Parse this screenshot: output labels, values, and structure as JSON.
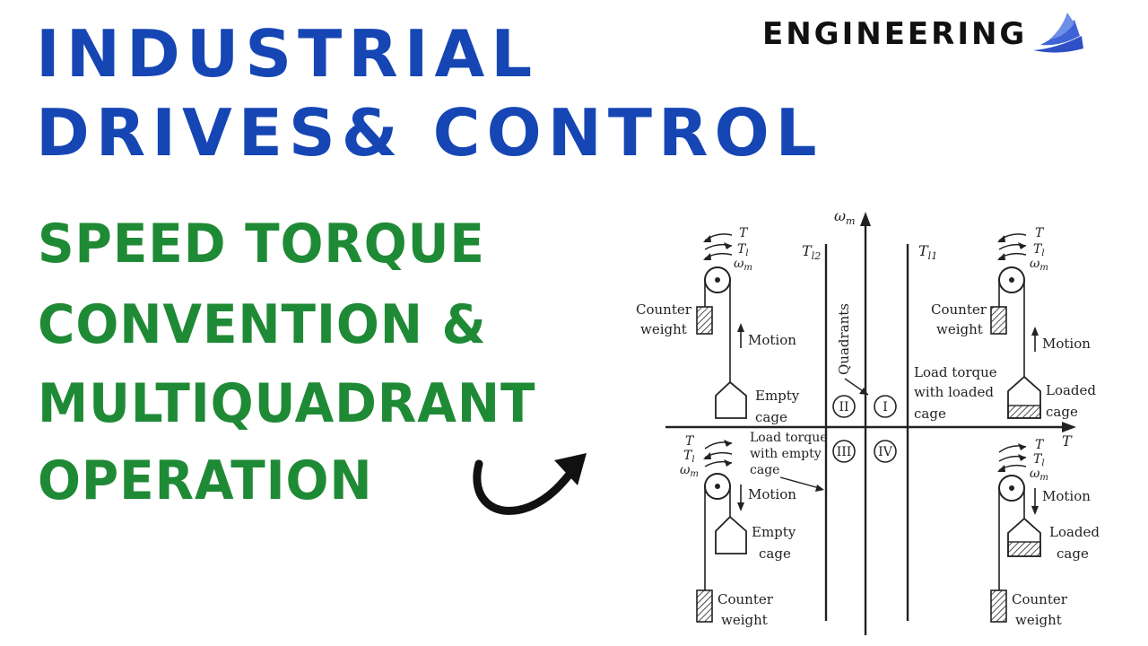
{
  "title": {
    "line1": "INDUSTRIAL",
    "line2": "DRIVES& CONTROL"
  },
  "subtitle": {
    "line1": "SPEED TORQUE",
    "line2": "CONVENTION &",
    "line3": "MULTIQUADRANT",
    "line4": "OPERATION"
  },
  "brand": {
    "name": "ENGINEERING",
    "logo_icon": "layered-wings-icon",
    "logo_color": "#3f63d6"
  },
  "colors": {
    "title": "#1546b4",
    "subtitle": "#1f8a35",
    "ink": "#222222"
  },
  "diagram": {
    "axis_vertical": "ω",
    "axis_vertical_sub": "m",
    "axis_horizontal": "T",
    "tl2": "T",
    "tl2_sub": "l2",
    "tl1": "T",
    "tl1_sub": "l1",
    "quadrants_label": "Quadrants",
    "quadrant_labels": [
      "I",
      "II",
      "III",
      "IV"
    ],
    "load_torque_loaded": [
      "Load torque",
      "with loaded",
      "cage"
    ],
    "load_torque_empty": [
      "Load torque",
      "with empty",
      "cage"
    ],
    "symbol_t": "T",
    "symbol_tl": "T",
    "symbol_tl_sub": "l",
    "symbol_w": "ω",
    "symbol_w_sub": "m",
    "panel_q2": {
      "counterweight": [
        "Counter",
        "weight"
      ],
      "motion": "Motion",
      "cage": [
        "Empty",
        "cage"
      ]
    },
    "panel_q1": {
      "counterweight": [
        "Counter",
        "weight"
      ],
      "motion": "Motion",
      "cage": [
        "Loaded",
        "cage"
      ]
    },
    "panel_q3": {
      "counterweight": [
        "Counter",
        "weight"
      ],
      "motion": "Motion",
      "cage": [
        "Empty",
        "cage"
      ]
    },
    "panel_q4": {
      "counterweight": [
        "Counter",
        "weight"
      ],
      "motion": "Motion",
      "cage": [
        "Loaded",
        "cage"
      ]
    }
  }
}
